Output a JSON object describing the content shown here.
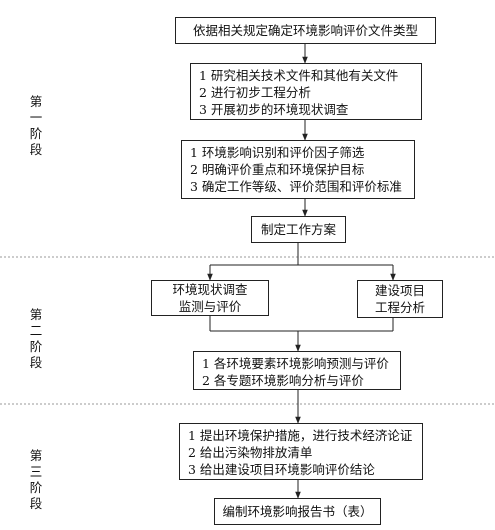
{
  "stages": [
    {
      "label": "第一阶段",
      "chars": [
        "第",
        "一",
        "阶",
        "段"
      ]
    },
    {
      "label": "第二阶段",
      "chars": [
        "第",
        "二",
        "阶",
        "段"
      ]
    },
    {
      "label": "第三阶段",
      "chars": [
        "第",
        "三",
        "阶",
        "段"
      ]
    }
  ],
  "nodes": {
    "determine_type": "依据相关规定确定环境影响评价文件类型",
    "prep": [
      "1 研究相关技术文件和其他有关文件",
      "2 进行初步工程分析",
      "3 开展初步的环境现状调查"
    ],
    "screening": [
      "1 环境影响识别和评价因子筛选",
      "2 明确评价重点和环境保护目标",
      "3 确定工作等级、评价范围和评价标准"
    ],
    "work_plan": "制定工作方案",
    "env_survey": [
      "环境现状调查",
      "监测与评价"
    ],
    "project_analysis": [
      "建设项目",
      "工程分析"
    ],
    "prediction": [
      "1 各环境要素环境影响预测与评价",
      "2 各专题环境影响分析与评价"
    ],
    "measures": [
      "1 提出环境保护措施，进行技术经济论证",
      "2 给出污染物排放清单",
      "3 给出建设项目环境影响评价结论"
    ],
    "report": "编制环境影响报告书（表）"
  }
}
